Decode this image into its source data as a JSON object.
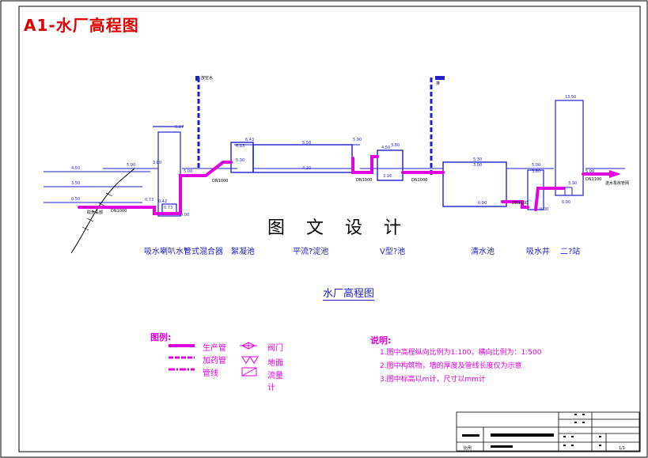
{
  "banner_title": "A1-水厂高程图",
  "watermark": "图 文 设 计",
  "drawing_title": "水厂高程图",
  "colors": {
    "pipe": "#e000e0",
    "structure": "#1f1fcc",
    "banner": "#e00000",
    "frame": "#000000"
  },
  "units": [
    {
      "id": "intake",
      "label": "吸水喇叭水?"
    },
    {
      "id": "mixer",
      "label": "管式混合器"
    },
    {
      "id": "flocculation",
      "label": "絮凝池"
    },
    {
      "id": "sedimentation",
      "label": "平流?淀池"
    },
    {
      "id": "filter",
      "label": "V型?池"
    },
    {
      "id": "clearwell",
      "label": "清水池"
    },
    {
      "id": "suction-well",
      "label": "吸水井"
    },
    {
      "id": "pump-station",
      "label": "二?站"
    }
  ],
  "elevations": {
    "river_high": "4.50",
    "river_mid": "3.50",
    "river_low": "0.50",
    "intake_top": "5.00",
    "intake_water": "3.80",
    "intake_a": "0.73",
    "intake_b": "0.42",
    "intake_c": "0.73",
    "intake_base": "0.00",
    "well_top": "6.27",
    "floc_top": "6.43",
    "floc_water": "6.13",
    "floc_b": "5.30",
    "floc_bottom": "4.20",
    "sed_water": "5.50",
    "sed_top": "5.90",
    "filter_a": "4.50",
    "filter_b": "3.80",
    "filter_c": "3.16",
    "clear_top": "5.30",
    "clear_water": "3.00",
    "clear_bottom": "0.00",
    "suction_top": "5.00",
    "suction_water": "3.80",
    "suction_bottom": "0.00",
    "pump_top": "13.50",
    "pump_a": "3.30",
    "pump_bottom": "0.00",
    "ground_a": "5.00",
    "ground_b": "5.00"
  },
  "pipe_labels": [
    "DN1000",
    "DN1000",
    "DN1000",
    "DN1000",
    "DN1100",
    "DN1100"
  ],
  "annotations": {
    "pump_out": "送水泵房管网",
    "stair_1": "放空水",
    "stair_2": "排",
    "river": "取水头部"
  },
  "legend": {
    "title": "图例:",
    "items": [
      {
        "label": "生产管"
      },
      {
        "label": "加药管"
      },
      {
        "label": "管线"
      },
      {
        "label": "阀门"
      },
      {
        "label": "地面"
      },
      {
        "label": "流量计"
      }
    ]
  },
  "notes": {
    "title": "说明:",
    "lines": [
      "1.图中高程纵向比例为1:100，横向比例为：1:500",
      "2.图中构筑物，墙的厚度及管线长度仅为示意",
      "3.图中标高以m计，尺寸以mm计"
    ]
  },
  "title_block": {
    "scale": "比例",
    "ratio": "1/1"
  }
}
